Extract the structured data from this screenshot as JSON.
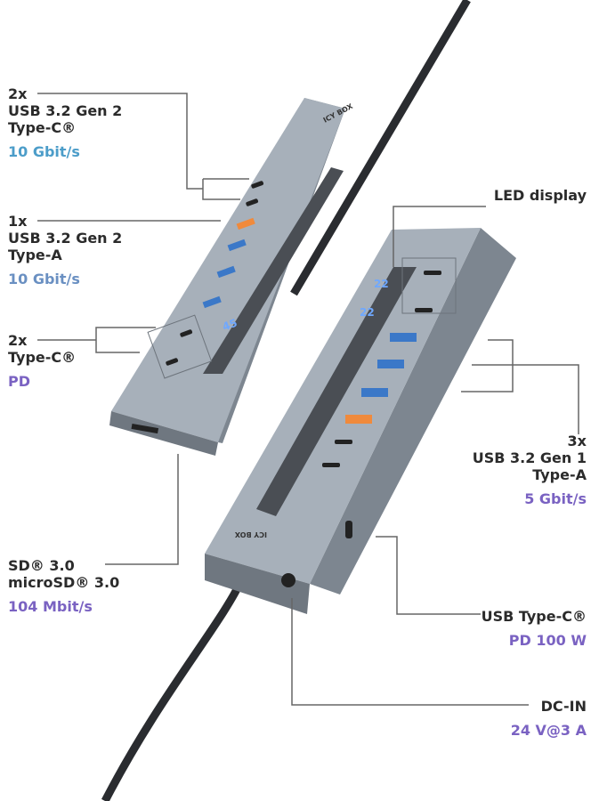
{
  "brand": "ICY BOX",
  "callouts": {
    "usb_c_gen2": {
      "count": "2x",
      "line1": "USB 3.2 Gen 2",
      "line2": "Type-C®",
      "speed": "10 Gbit/s"
    },
    "usb_a_gen2": {
      "count": "1x",
      "line1": "USB 3.2 Gen 2",
      "line2": "Type-A",
      "speed": "10 Gbit/s"
    },
    "type_c_pd": {
      "count": "2x",
      "line1": "Type-C®",
      "speed": "PD"
    },
    "card_reader": {
      "line1": "SD® 3.0",
      "line2": "microSD® 3.0",
      "speed": "104 Mbit/s"
    },
    "led_display": {
      "line1": "LED display"
    },
    "usb_a_gen1": {
      "count": "3x",
      "line1": "USB 3.2 Gen 1",
      "line2": "Type-A",
      "speed": "5 Gbit/s"
    },
    "usb_c_pd": {
      "line1": "USB Type-C®",
      "speed": "PD 100 W"
    },
    "dc_in": {
      "line1": "DC-IN",
      "speed": "24 V@3 A"
    }
  },
  "displays": {
    "hub1": "45",
    "hub2_top": "22",
    "hub2_bottom": "22"
  },
  "colors": {
    "blue1": "#4c9dc9",
    "blue2": "#6a90c2",
    "purple": "#7a62c2",
    "body": "#9aa3ad"
  }
}
